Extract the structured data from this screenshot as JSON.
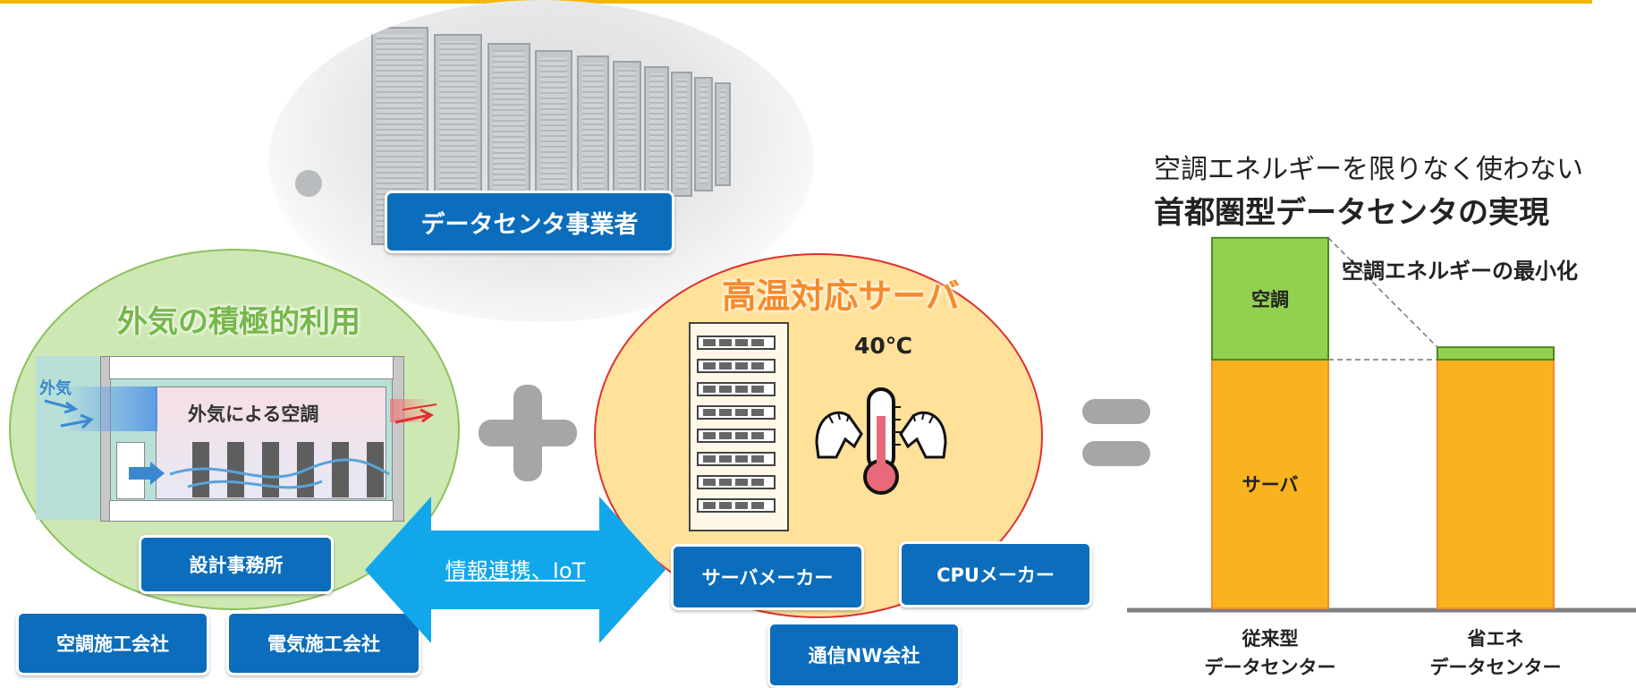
{
  "operator": {
    "label": "データセンタ事業者"
  },
  "green": {
    "title": "外気の積極的利用",
    "outside_air": "外気",
    "aircon_by_outside_air": "外気による空調"
  },
  "orange": {
    "title": "高温対応サーバ",
    "temperature": "40℃"
  },
  "link": {
    "label": "情報連携、IoT"
  },
  "companies": {
    "design_office": "設計事務所",
    "aircon_contractor": "空調施工会社",
    "electric_contractor": "電気施工会社",
    "server_maker": "サーバメーカー",
    "cpu_maker": "CPUメーカー",
    "telecom": "通信NW会社"
  },
  "result": {
    "subtitle": "空調エネルギーを限りなく使わない",
    "title": "首都圏型データセンタの実現"
  },
  "colors": {
    "blue_button": "#0b6dbb",
    "green": "#92d050",
    "orange": "#f9b31f",
    "arrow": "#12a7ea",
    "gray": "#a6a6a6"
  },
  "chart_data": {
    "type": "bar",
    "stacked": true,
    "categories": [
      "従来型\nデータセンター",
      "省エネ\nデータセンター"
    ],
    "category_lines": [
      [
        "従来型",
        "データセンター"
      ],
      [
        "省エネ",
        "データセンター"
      ]
    ],
    "series": [
      {
        "name": "サーバ",
        "values": [
          100,
          100
        ],
        "color": "#f9b31f"
      },
      {
        "name": "空調",
        "values": [
          49,
          5
        ],
        "color": "#92d050"
      }
    ],
    "annotation": "空調エネルギーの最小化",
    "ylim": [
      0,
      150
    ]
  }
}
